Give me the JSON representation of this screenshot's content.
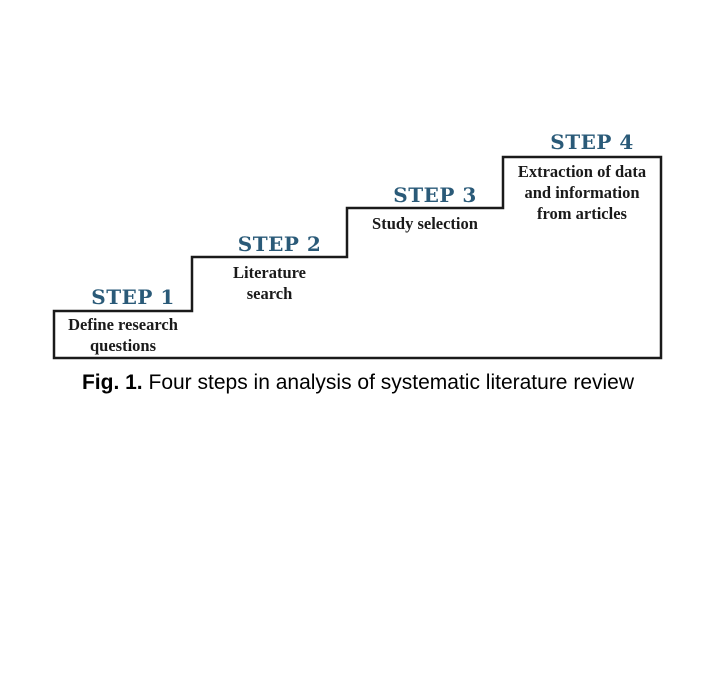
{
  "figure": {
    "steps": [
      {
        "label": "STEP 1",
        "description": "Define research\nquestions"
      },
      {
        "label": "STEP 2",
        "description": "Literature\nsearch"
      },
      {
        "label": "STEP 3",
        "description": "Study selection"
      },
      {
        "label": "STEP 4",
        "description": "Extraction of data\nand information\nfrom articles"
      }
    ],
    "caption": {
      "prefix": "Fig. 1.",
      "text": " Four steps in analysis of systematic literature review"
    }
  },
  "colors": {
    "step_label_color": "#2a5a78",
    "outline_color": "#1a1a1a",
    "text_color": "#1a1a1a",
    "background_color": "#ffffff"
  }
}
